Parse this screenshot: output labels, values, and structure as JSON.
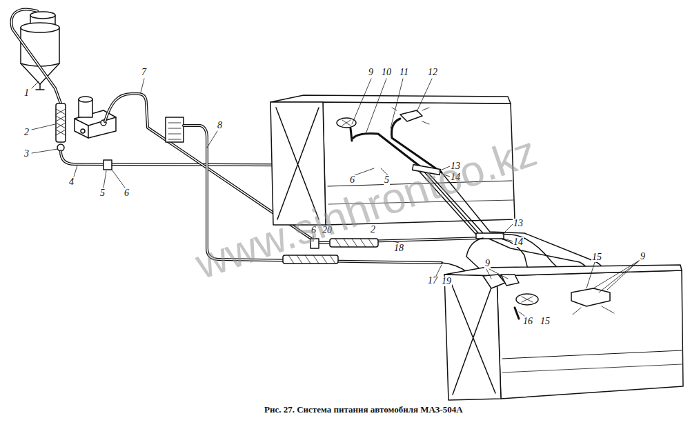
{
  "diagram": {
    "caption": "Рис. 27. Система питания автомобиля МАЗ-504А",
    "labels": [
      "1",
      "2",
      "3",
      "4",
      "5",
      "6",
      "7",
      "8",
      "9",
      "10",
      "11",
      "12",
      "13",
      "14",
      "6",
      "5",
      "6",
      "20",
      "2",
      "18",
      "13",
      "14",
      "17",
      "19",
      "9",
      "15",
      "9",
      "16",
      "15",
      "www.sinhrontoo.kz"
    ]
  }
}
